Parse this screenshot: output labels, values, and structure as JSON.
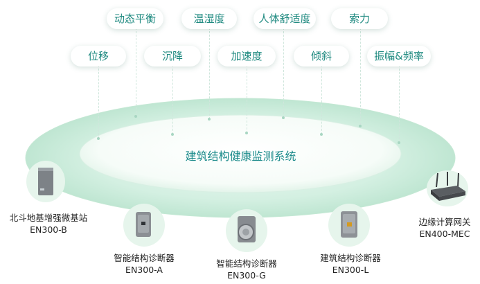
{
  "center_title": "建筑结构健康监测系统",
  "params_row1": [
    "动态平衡",
    "温湿度",
    "人体舒适度",
    "索力"
  ],
  "params_row2": [
    "位移",
    "沉降",
    "加速度",
    "倾斜",
    "振幅&频率"
  ],
  "devices": [
    {
      "name": "北斗地基增强微基站",
      "model": "EN300-B"
    },
    {
      "name": "智能结构诊断器",
      "model": "EN300-A"
    },
    {
      "name": "智能结构诊断器",
      "model": "EN300-G"
    },
    {
      "name": "建筑结构诊断器",
      "model": "EN300-L"
    },
    {
      "name": "边缘计算网关",
      "model": "EN400-MEC"
    }
  ],
  "colors": {
    "accent": "#1f8a80",
    "ring": "#c8ecd9"
  }
}
